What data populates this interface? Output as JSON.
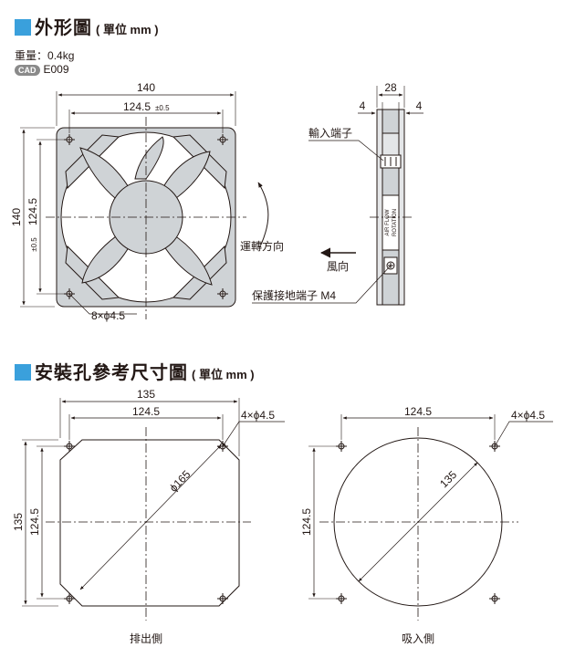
{
  "section1": {
    "title": "外形圖",
    "unit": "( 單位 mm )"
  },
  "weight": {
    "label": "重量",
    "value": "0.4kg"
  },
  "cad": {
    "badge": "CAD",
    "code": "E009"
  },
  "front_view": {
    "dim_width": "140",
    "dim_pitch": "124.5",
    "dim_pitch_tol": "±0.5",
    "dim_height": "140",
    "dim_vpitch": "124.5",
    "dim_vpitch_tol": "±0.5",
    "holes": "8×ϕ4.5",
    "rotation_label": "運轉方向"
  },
  "side_view": {
    "dim_depth": "28",
    "dim_flange_left": "4",
    "dim_flange_right": "4",
    "terminal_label": "輸入端子",
    "airflow_label": "風向",
    "ground_label": "保護接地端子 M4",
    "arrow_text_1": "AIR FLOW",
    "arrow_text_2": "ROTATION"
  },
  "section2": {
    "title": "安裝孔參考尺寸圖",
    "unit": "( 單位 mm )"
  },
  "exhaust_view": {
    "dim_width": "135",
    "dim_pitch": "124.5",
    "dim_height": "135",
    "dim_vpitch": "124.5",
    "holes": "4×ϕ4.5",
    "diameter": "ϕ165",
    "caption": "排出側"
  },
  "intake_view": {
    "dim_pitch": "124.5",
    "dim_vpitch": "124.5",
    "holes": "4×ϕ4.5",
    "diameter": "135",
    "caption": "吸入側"
  }
}
